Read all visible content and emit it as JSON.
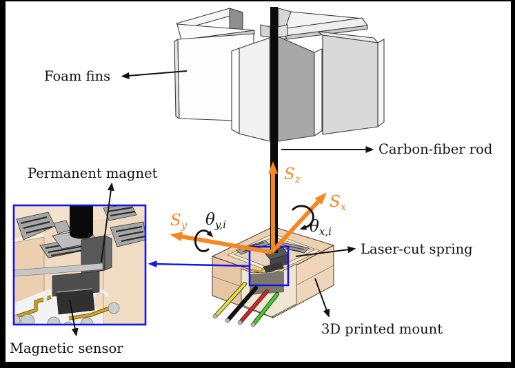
{
  "labels": {
    "foam_fins": "Foam fins",
    "carbon_fiber_rod": "Carbon-fiber rod",
    "permanent_magnet": "Permanent magnet",
    "laser_cut_spring": "Laser-cut spring",
    "printed_mount": "3D printed mount",
    "magnetic_sensor": "Magnetic sensor"
  },
  "axis_labels": {
    "sz": {
      "main": "S",
      "sub": "z"
    },
    "sx": {
      "main": "S",
      "sub": "x"
    },
    "sy": {
      "main": "S",
      "sub": "y"
    }
  },
  "angle_labels": {
    "theta_y": {
      "main": "θ",
      "sub": "y,i"
    },
    "theta_x": {
      "main": "θ",
      "sub": "x,i"
    }
  },
  "colors": {
    "axis_orange": "#F6861F",
    "callout_blue": "#1414E8",
    "mount_tan": "#EDCFB1",
    "wire_yellow": "#E8E337",
    "wire_black": "#161616",
    "wire_red": "#E02020",
    "wire_green": "#3ED41E"
  }
}
